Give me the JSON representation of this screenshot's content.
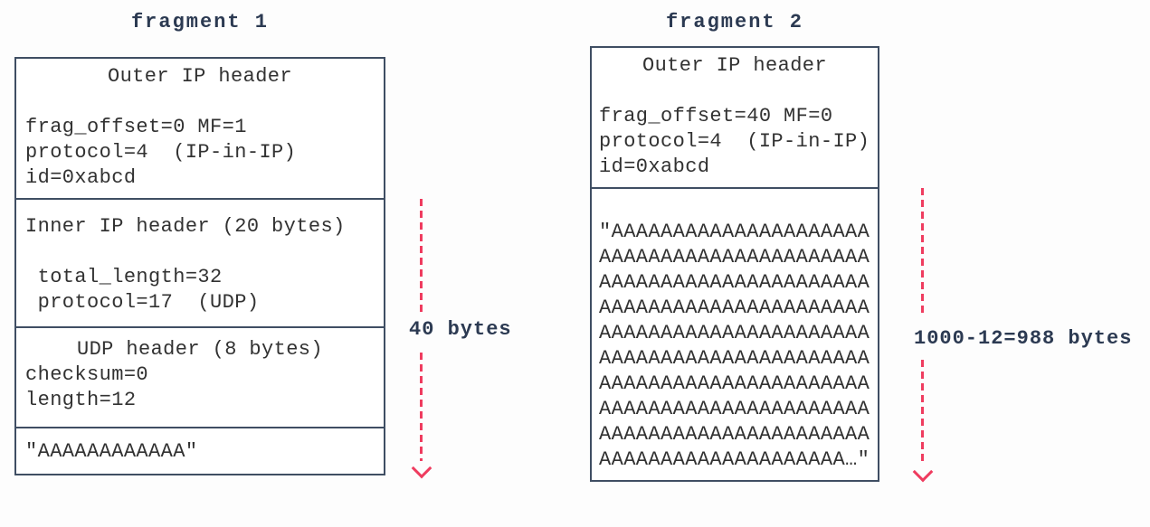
{
  "diagram": {
    "fragment1": {
      "title": "fragment 1",
      "outer": {
        "heading": "Outer IP header",
        "lines": [
          "",
          "frag_offset=0 MF=1",
          "protocol=4  (IP-in-IP)",
          "id=0xabcd"
        ]
      },
      "inner": {
        "heading": "Inner IP header (20 bytes)",
        "lines": [
          "",
          " total_length=32",
          " protocol=17  (UDP)"
        ]
      },
      "udp": {
        "heading": "UDP header (8 bytes)",
        "lines": [
          "checksum=0",
          "length=12"
        ]
      },
      "payload": {
        "lines": [
          "\"AAAAAAAAAAAA\""
        ]
      },
      "size_label": "40 bytes"
    },
    "fragment2": {
      "title": "fragment 2",
      "outer": {
        "heading": "Outer IP header",
        "lines": [
          "",
          "frag_offset=40 MF=0",
          "protocol=4  (IP-in-IP)",
          "id=0xabcd"
        ]
      },
      "payload": {
        "lines": [
          "\"AAAAAAAAAAAAAAAAAAAAA",
          "AAAAAAAAAAAAAAAAAAAAAA",
          "AAAAAAAAAAAAAAAAAAAAAA",
          "AAAAAAAAAAAAAAAAAAAAAA",
          "AAAAAAAAAAAAAAAAAAAAAA",
          "AAAAAAAAAAAAAAAAAAAAAA",
          "AAAAAAAAAAAAAAAAAAAAAA",
          "AAAAAAAAAAAAAAAAAAAAAA",
          "AAAAAAAAAAAAAAAAAAAAAA",
          "AAAAAAAAAAAAAAAAAAAA…\""
        ]
      },
      "size_label": "1000-12=988 bytes"
    },
    "colors": {
      "box_border": "#3f4e63",
      "title_text": "#2c3a52",
      "body_text": "#323232",
      "arrow": "#ef3c5f"
    }
  }
}
